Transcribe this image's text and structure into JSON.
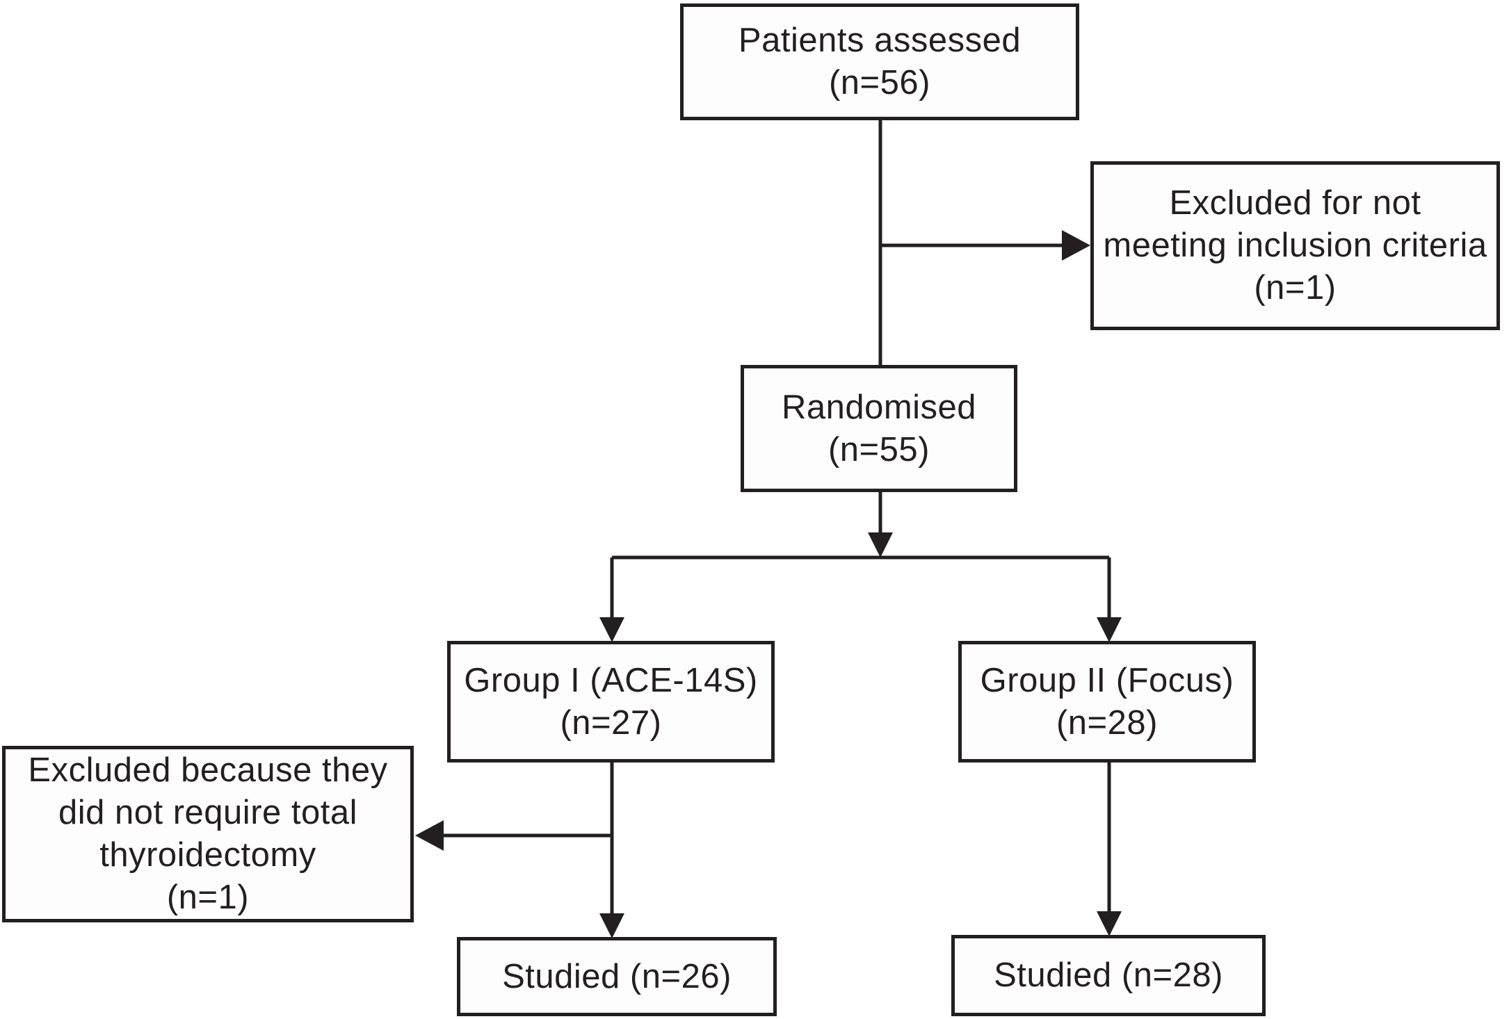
{
  "diagram": {
    "kind": "patient-flow-chart",
    "background_color": "#ffffff",
    "line_color": "#231f20",
    "text_color": "#231f20",
    "boxes": {
      "patients_assessed": {
        "text": "Patients assessed\n(n=56)"
      },
      "excluded_inclusion": {
        "text": "Excluded for not\nmeeting inclusion criteria\n(n=1)"
      },
      "randomised": {
        "text": "Randomised\n(n=55)"
      },
      "group_1": {
        "text": "Group I (ACE-14S)\n(n=27)"
      },
      "group_2": {
        "text": "Group II (Focus)\n(n=28)"
      },
      "excluded_thyroidectomy": {
        "text": "Excluded because they\ndid not require total\nthyroidectomy\n(n=1)"
      },
      "studied_1": {
        "text": "Studied (n=26)"
      },
      "studied_2": {
        "text": "Studied (n=28)"
      }
    }
  }
}
